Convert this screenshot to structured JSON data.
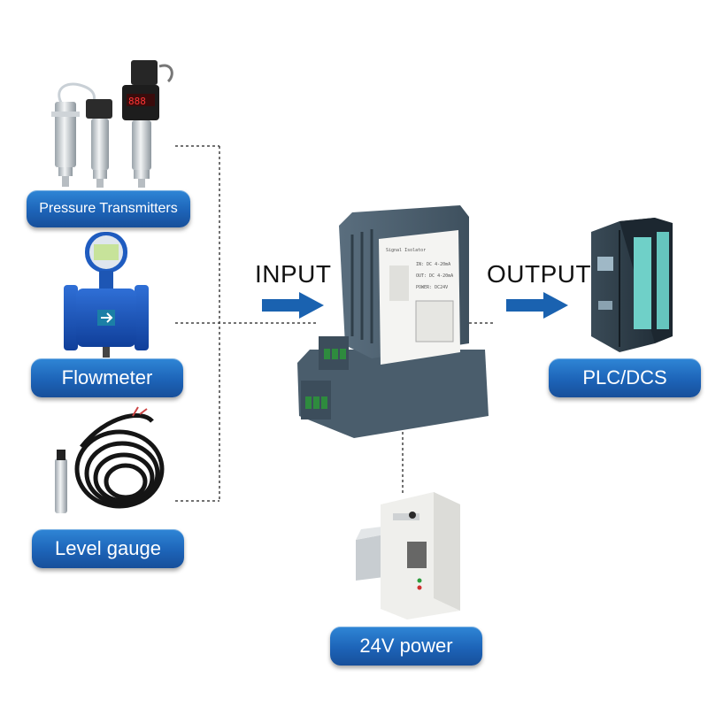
{
  "sources": [
    {
      "label": "Pressure Transmitters",
      "icon": "pressure-transmitter-icon"
    },
    {
      "label": "Flowmeter",
      "icon": "flowmeter-icon"
    },
    {
      "label": "Level gauge",
      "icon": "level-gauge-icon"
    }
  ],
  "center": {
    "device": "signal-isolator-icon",
    "input_label": "INPUT",
    "output_label": "OUTPUT"
  },
  "targets": [
    {
      "label": "PLC/DCS",
      "icon": "plc-icon"
    }
  ],
  "power": {
    "label": "24V power",
    "icon": "power-supply-icon"
  },
  "colors": {
    "pill": "#1d64b8",
    "arrow": "#1a62b0",
    "connector_line": "#444444",
    "device_body": "#4e6272",
    "terminal_green": "#2e8b3e"
  }
}
